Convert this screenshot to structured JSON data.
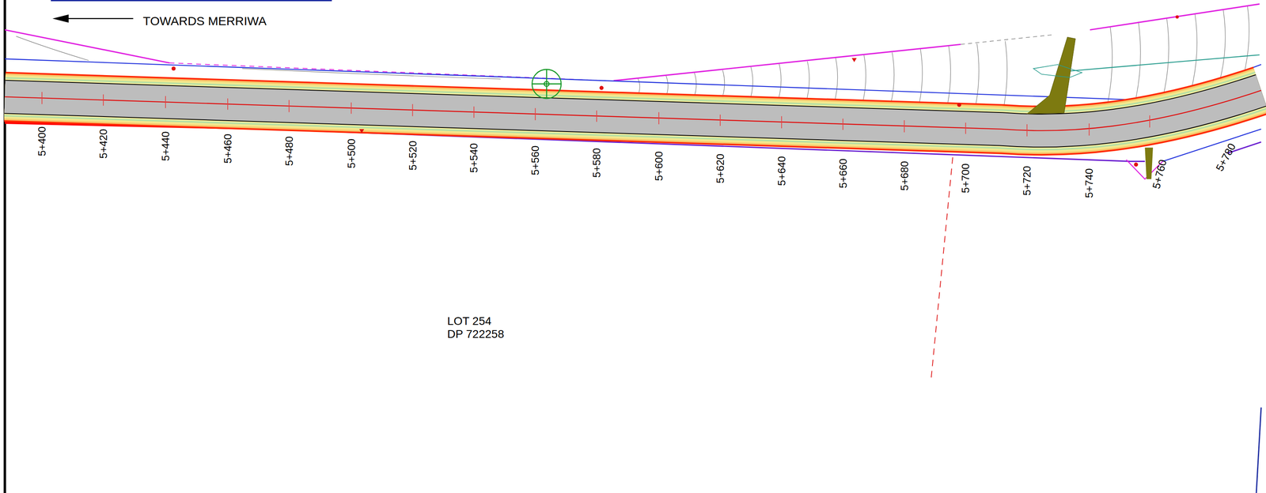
{
  "diagram": {
    "labels": [
      "TOWARDS MERRIWA",
      "5+400",
      "5+420",
      "5+440",
      "5+460",
      "5+480",
      "5+500",
      "5+520",
      "5+540",
      "5+560",
      "5+580",
      "5+600",
      "5+620",
      "5+640",
      "5+660",
      "5+680",
      "5+700",
      "5+720",
      "5+740",
      "5+760",
      "5+780",
      "LOT 254",
      "DP 722258"
    ]
  }
}
